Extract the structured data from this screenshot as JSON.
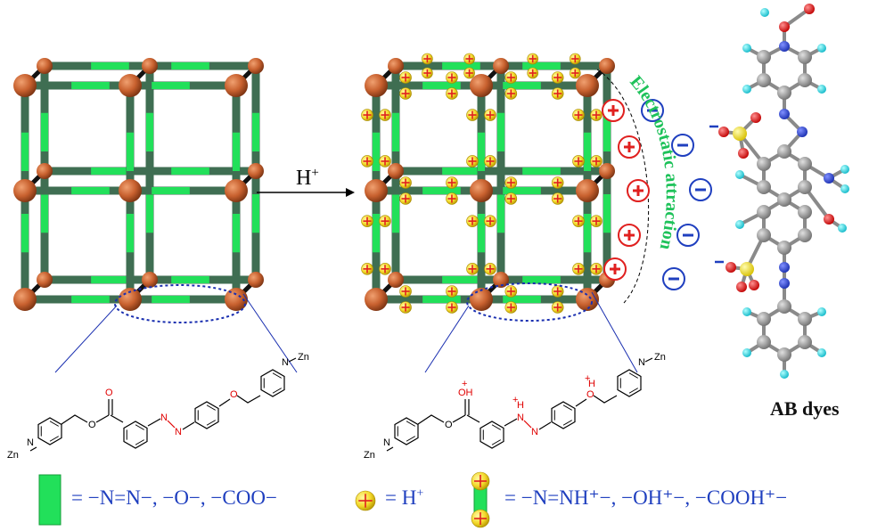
{
  "reaction_arrow": {
    "label": "H",
    "superscript": "+"
  },
  "attraction_label": "Electrostatic attraction",
  "dyes_label": "AB dyes",
  "legend": {
    "linker_text": "= −N=N−, −O−, −COO−",
    "proton_text": "= H",
    "proton_sup": "+",
    "protonated_text": "= −N=NH⁺−, −OH⁺−, −COOH⁺−"
  },
  "structure_labels": {
    "zn": "Zn",
    "n": "N",
    "o": "O",
    "oh": "OH",
    "h": "H",
    "plus": "+"
  },
  "colors": {
    "node": "#c8612f",
    "linker_green": "#22e05a",
    "linker_dark": "#3f6e52",
    "proton_yellow": "#f3e034",
    "plus_red": "#e0201f",
    "minus_blue": "#1f3fbf",
    "attraction_green": "#1ec25a",
    "legend_blue": "#1f3fbf"
  },
  "charges": {
    "positive": "+",
    "negative": "−"
  }
}
